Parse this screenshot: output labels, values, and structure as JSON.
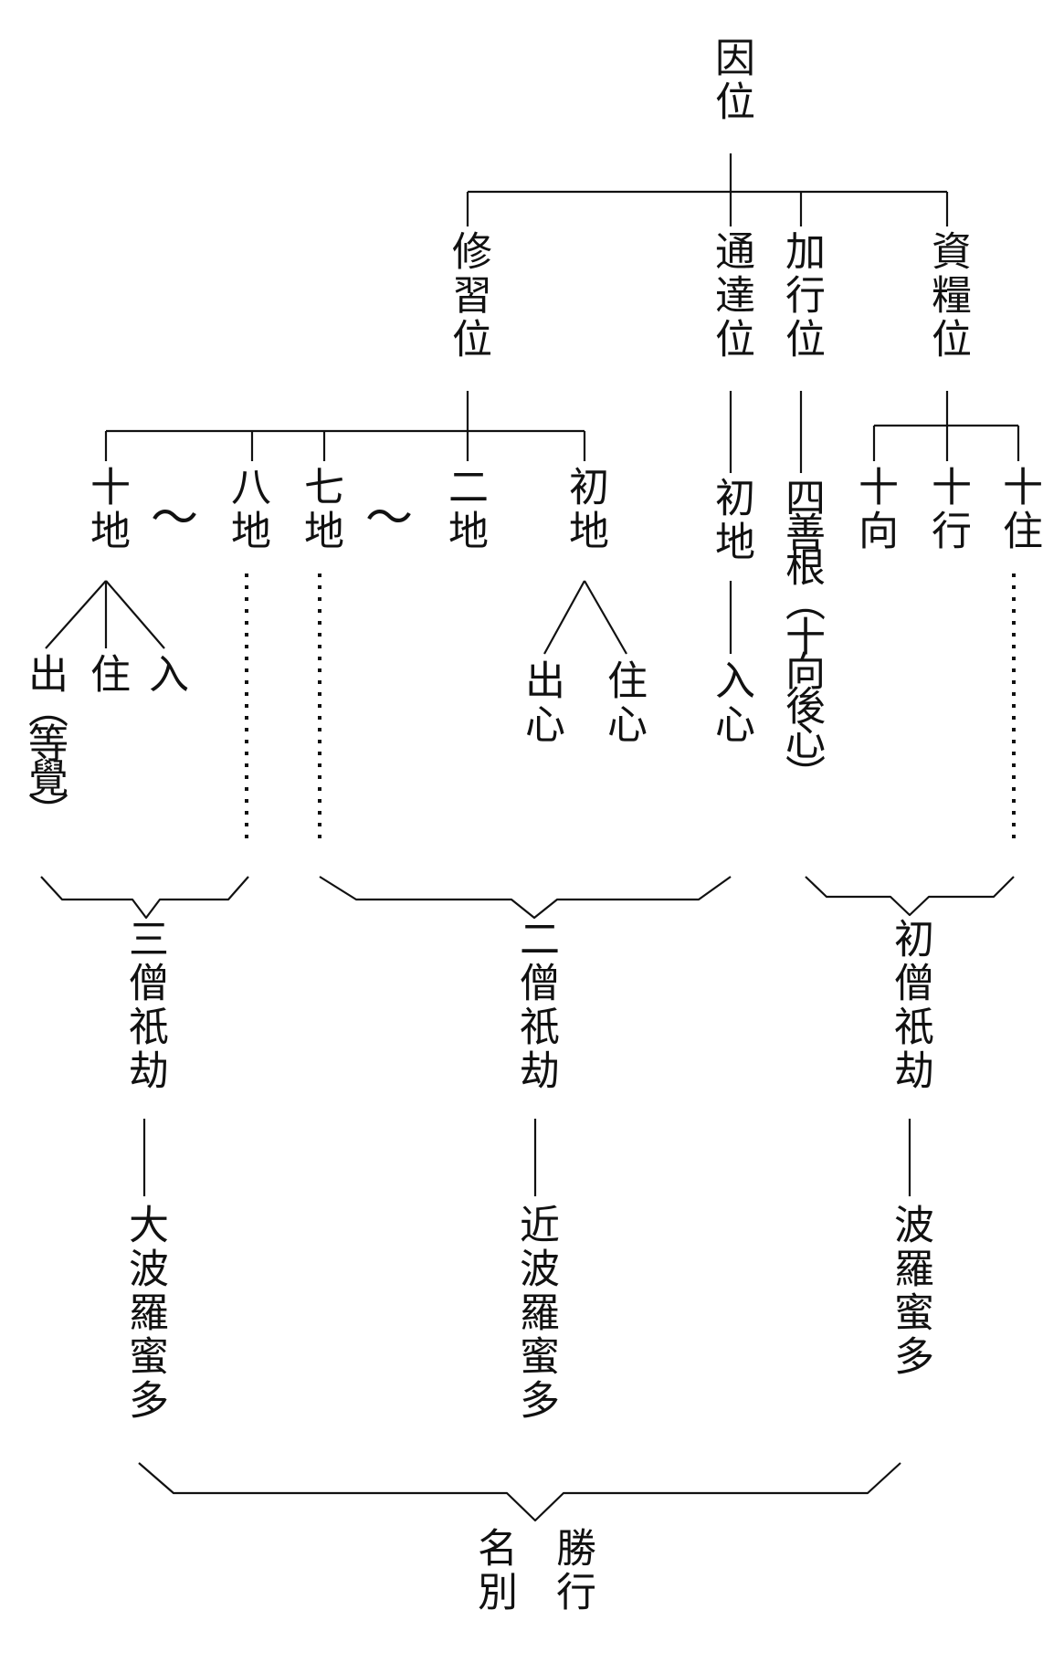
{
  "colors": {
    "ink": "#111111",
    "background": "#ffffff"
  },
  "root": {
    "label": "因位"
  },
  "stages": {
    "xiuxi": {
      "label": "修習位"
    },
    "tongda": {
      "label": "通達位"
    },
    "jiaxing": {
      "label": "加行位"
    },
    "ziliang": {
      "label": "資糧位"
    }
  },
  "xiuxi_children": {
    "shidi": "十地",
    "badi": "八地",
    "qidi": "七地",
    "erdi": "二地",
    "chudi": "初地",
    "tilde": "～"
  },
  "shidi_branches": {
    "chu": "出（等覺）",
    "zhu": "住",
    "ru": "入"
  },
  "chudi_branches": {
    "chuxin": "出心",
    "zhuxin": "住心"
  },
  "tongda_children": {
    "chudi": "初地",
    "ruxin": "入心"
  },
  "jiaxing_children": {
    "sishangen": "四善根（十向後心）"
  },
  "ziliang_children": {
    "shixiang": "十向",
    "shixing": "十行",
    "shizhu": "十住"
  },
  "kalpas": {
    "third": {
      "label": "三僧祇劫",
      "paramita": "大波羅蜜多"
    },
    "second": {
      "label": "二僧祇劫",
      "paramita": "近波羅蜜多"
    },
    "first": {
      "label": "初僧祇劫",
      "paramita": "波羅蜜多"
    }
  },
  "footer": {
    "left": "名別",
    "right": "勝行"
  }
}
